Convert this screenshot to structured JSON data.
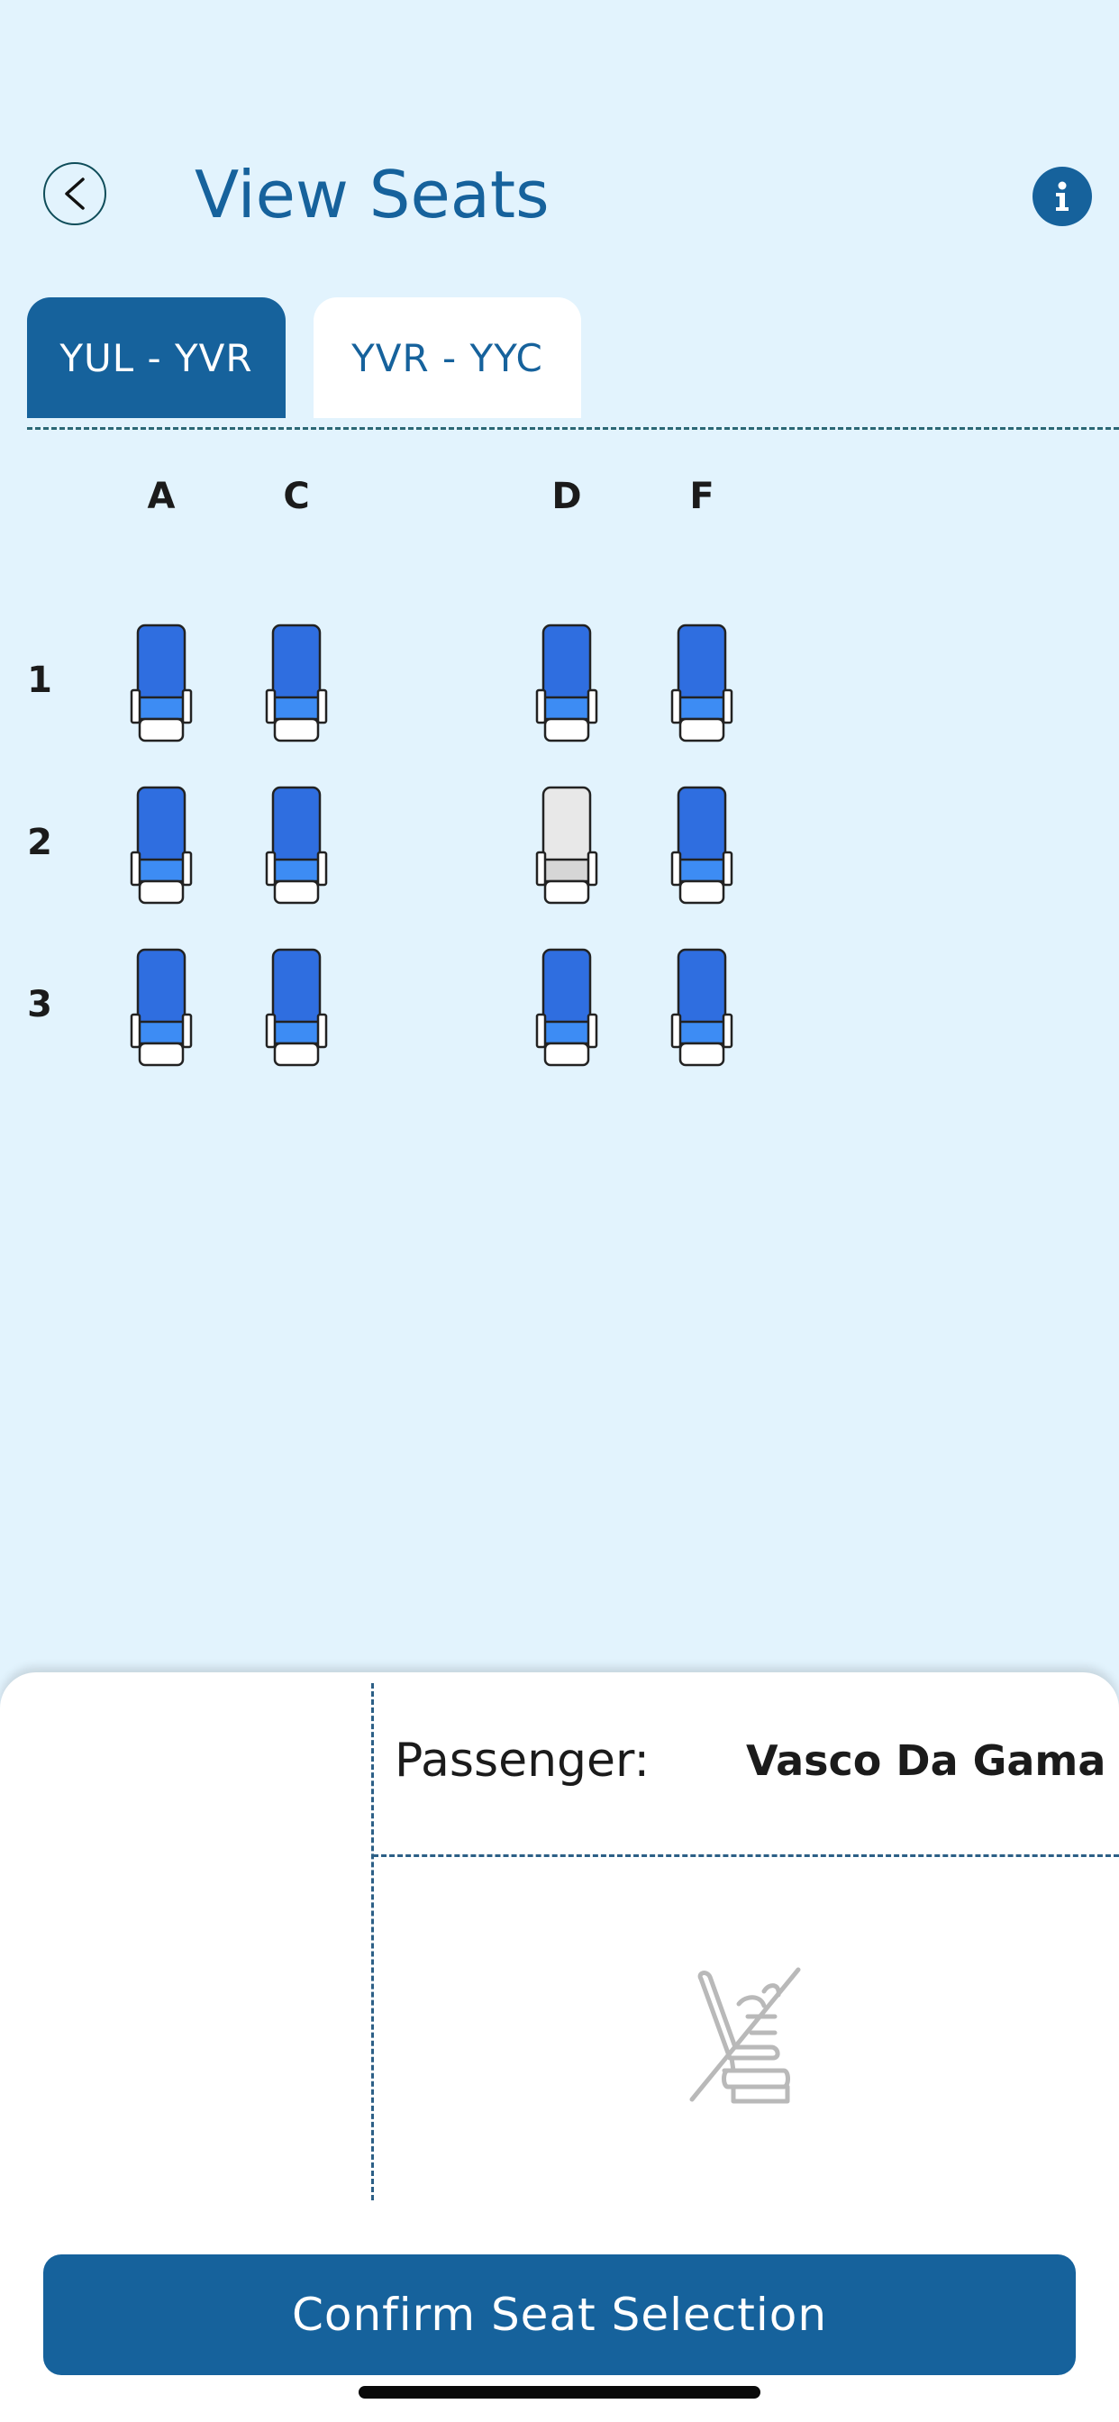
{
  "header": {
    "title": "View Seats",
    "back_icon": "chevron-left-icon",
    "info_icon": "info-icon"
  },
  "tabs": [
    {
      "label": "YUL - YVR",
      "active": true
    },
    {
      "label": "YVR - YYC",
      "active": false
    }
  ],
  "seat_map": {
    "columns": [
      "A",
      "C",
      "D",
      "F"
    ],
    "rows": [
      {
        "label": "1",
        "seats": [
          "available",
          "available",
          "available",
          "available"
        ]
      },
      {
        "label": "2",
        "seats": [
          "available",
          "available",
          "unavailable",
          "available"
        ]
      },
      {
        "label": "3",
        "seats": [
          "available",
          "available",
          "available",
          "available"
        ]
      }
    ]
  },
  "passenger": {
    "label": "Passenger:",
    "name": "Vasco Da Gama",
    "seat_icon": "no-seat-icon"
  },
  "confirm_button": {
    "label": "Confirm Seat Selection"
  },
  "colors": {
    "primary": "#16629c",
    "background": "#e2f3fd",
    "seat_available": "#2f6ee0",
    "seat_available_cushion": "#3d8cf4",
    "seat_unavailable": "#e8e8e8"
  }
}
